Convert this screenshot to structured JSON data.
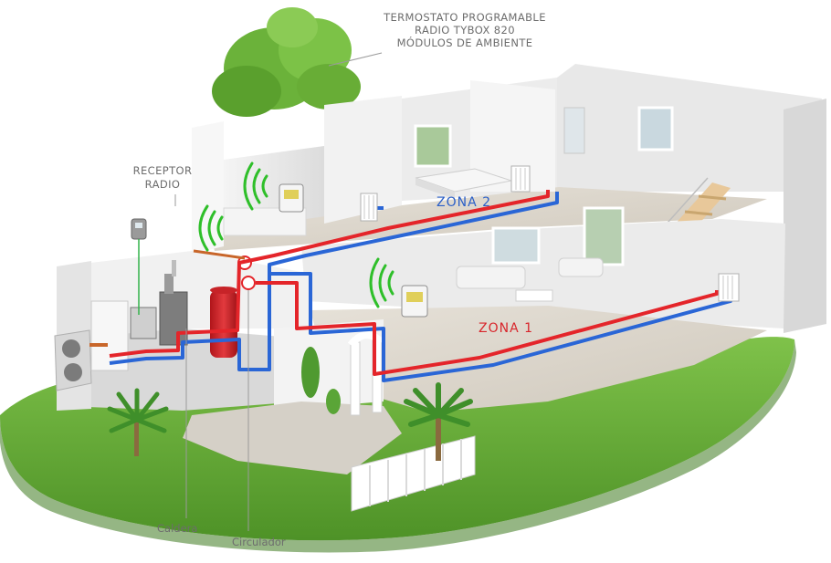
{
  "labels": {
    "thermostat_line1": "TERMOSTATO PROGRAMABLE",
    "thermostat_line2": "RADIO TYBOX 820",
    "thermostat_line3": "MÓDULOS DE AMBIENTE",
    "receiver_line1": "RECEPTOR",
    "receiver_line2": "RADIO",
    "zone2": "ZONA 2",
    "zone1": "ZONA 1",
    "boiler": "Caldera",
    "circulator": "Circulador"
  },
  "colors": {
    "hot_pipe": "#e4252a",
    "cold_pipe": "#2a66d6",
    "radio_signal": "#2fbf2a",
    "zone2_text": "#2a5fc8",
    "zone1_text": "#d8262c",
    "lawn": "#6cae3c",
    "floor": "#dcd6cc",
    "wall": "#eeeeee",
    "label_text": "#6d6d6d"
  },
  "icons": [
    "tree-icon",
    "palm-tree-icon",
    "thermostat-icon",
    "radio-waves-icon",
    "radiator-icon",
    "receiver-icon",
    "boiler-icon",
    "hot-water-tank-icon",
    "heat-pump-icon",
    "gate-icon",
    "staircase-icon",
    "sofa-icon",
    "bed-icon",
    "shrub-icon"
  ]
}
